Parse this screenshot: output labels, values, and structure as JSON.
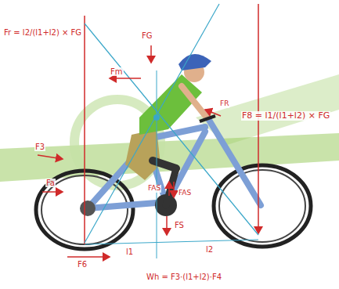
{
  "diagram": {
    "labels": [
      "Fr = l2/(l1+l2) × FG",
      "FG",
      "Fm",
      "F8 = l1/(l1+l2) × FG",
      "FR",
      "F3",
      "Fa",
      "FAS",
      "FAS",
      "FS",
      "l1",
      "l2",
      "F6",
      "Wh = F3·(l1+l2)·F4"
    ]
  }
}
